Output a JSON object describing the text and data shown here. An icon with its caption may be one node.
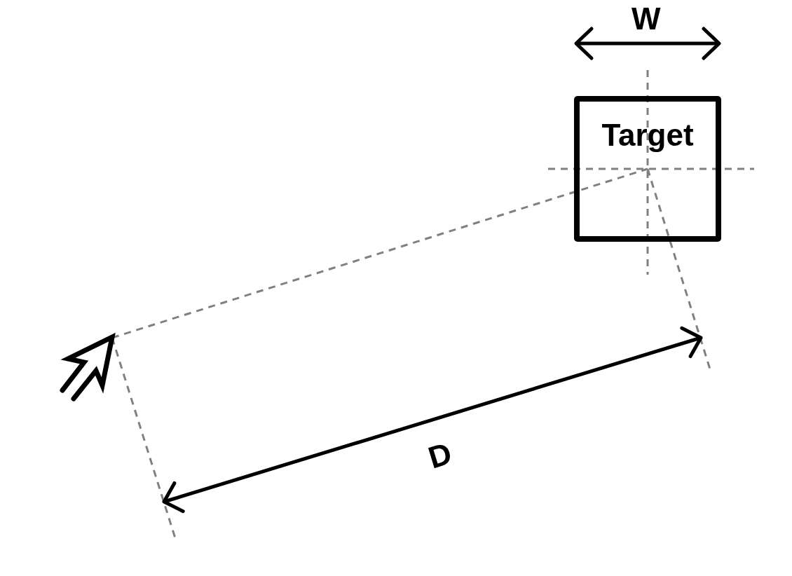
{
  "diagram": {
    "nodes": [
      {
        "text": [
          "Target"
        ]
      }
    ],
    "labels": [
      "W",
      "D"
    ]
  }
}
